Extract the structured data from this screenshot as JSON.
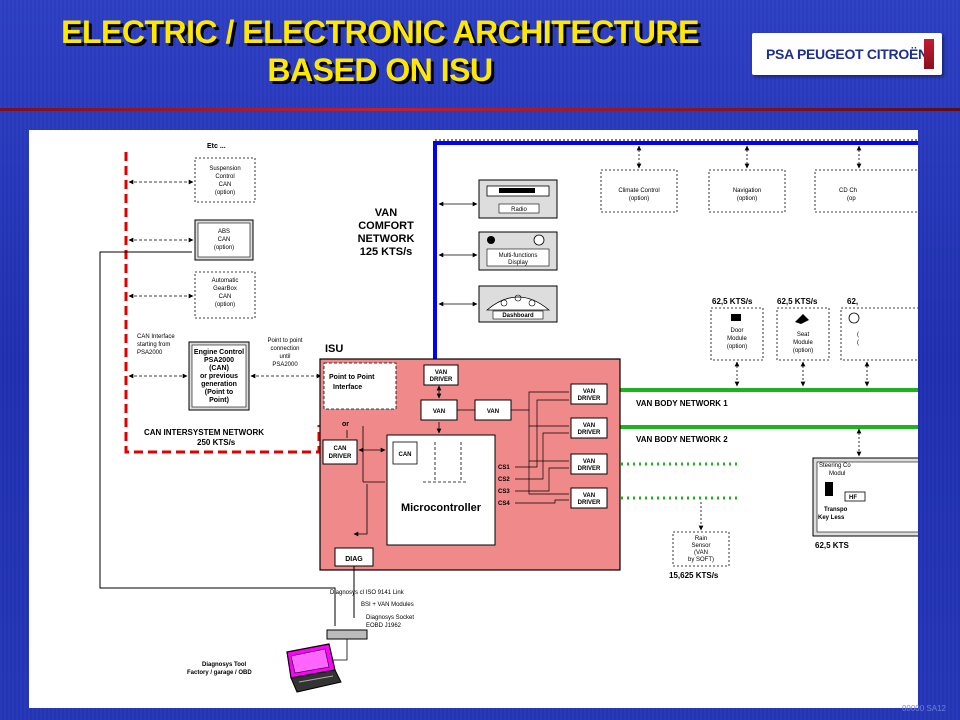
{
  "header": {
    "title_line1": "ELECTRIC / ELECTRONIC ARCHITECTURE",
    "title_line2": "BASED ON ISU",
    "brand": "PSA PEUGEOT CITROËN",
    "footer_code": "00000 SA12"
  },
  "colors": {
    "background_blue": "#2536b8",
    "title_yellow": "#ffe800",
    "isu_fill": "#f08a8a",
    "van_comfort_blue": "#0000ff",
    "van_body_green": "#1db31d",
    "can_intersystem_red": "#e00000"
  },
  "diagram": {
    "optional_can_modules": {
      "etc": "Etc ...",
      "suspension": [
        "Suspension",
        "Control",
        "CAN",
        "(option)"
      ],
      "abs": [
        "ABS",
        "CAN",
        "(option)"
      ],
      "gearbox": [
        "Automatic",
        "GearBox",
        "CAN",
        "(option)"
      ]
    },
    "can_interface_note": [
      "CAN Interface",
      "starting from",
      "PSA2000"
    ],
    "engine_control": [
      "Engine Control",
      "PSA2000",
      "(CAN)",
      "or previous",
      "generation",
      "(Point to",
      "Point)"
    ],
    "p2p_note": [
      "Point to point",
      "connection",
      "until",
      "PSA2000"
    ],
    "can_network": [
      "CAN INTERSYSTEM NETWORK",
      "250 KTS/s"
    ],
    "van_comfort": [
      "VAN",
      "COMFORT",
      "NETWORK",
      "125 KTS/s"
    ],
    "comfort_devices": {
      "radio": "Radio",
      "multifunction": [
        "Multi-functions",
        "Display"
      ],
      "dashboard": "Dashboard"
    },
    "top_options": {
      "climate": [
        "Climate Control",
        "(option)"
      ],
      "navigation": [
        "Navigation",
        "(option)"
      ],
      "cd": [
        "CD Ch",
        "(op"
      ]
    },
    "isu": {
      "label": "ISU",
      "point_to_point": [
        "Point to Point",
        "Interface"
      ],
      "or": "or",
      "can_driver": [
        "CAN",
        "DRIVER"
      ],
      "van_driver": [
        "VAN",
        "DRIVER"
      ],
      "van": "VAN",
      "can": "CAN",
      "microcontroller": "Microcontroller",
      "diag": "DIAG",
      "cs_labels": [
        "CS1",
        "CS2",
        "CS3",
        "CS4"
      ]
    },
    "body_networks": {
      "network1": "VAN BODY NETWORK 1",
      "network2": "VAN BODY NETWORK 2"
    },
    "body_modules": {
      "speed1": "62,5 KTS/s",
      "speed2": "62,5 KTS/s",
      "speed3": "62,",
      "door": [
        "Door",
        "Module",
        "(option)"
      ],
      "seat": [
        "Seat",
        "Module",
        "(option)"
      ],
      "partial": [
        "(",
        "(",
        ""
      ],
      "steering": [
        "Steering Co",
        "Modul"
      ],
      "hf": "HF",
      "transponder": [
        "Transpo",
        "Key Less"
      ],
      "steering_speed": "62,5 KTS"
    },
    "rain_sensor": [
      "Rain",
      "Sensor",
      "(VAN",
      "by SOFT)"
    ],
    "rain_speed": "15,625 KTS/s",
    "diagnosis": {
      "line1": "Diagnosys cl ISO 9141 Link",
      "line2": "BSI  +  VAN Modules",
      "socket": [
        "Diagnosys Socket",
        "EOBD J1962"
      ],
      "tool": [
        "Diagnosys Tool",
        "Factory / garage / OBD"
      ]
    }
  }
}
